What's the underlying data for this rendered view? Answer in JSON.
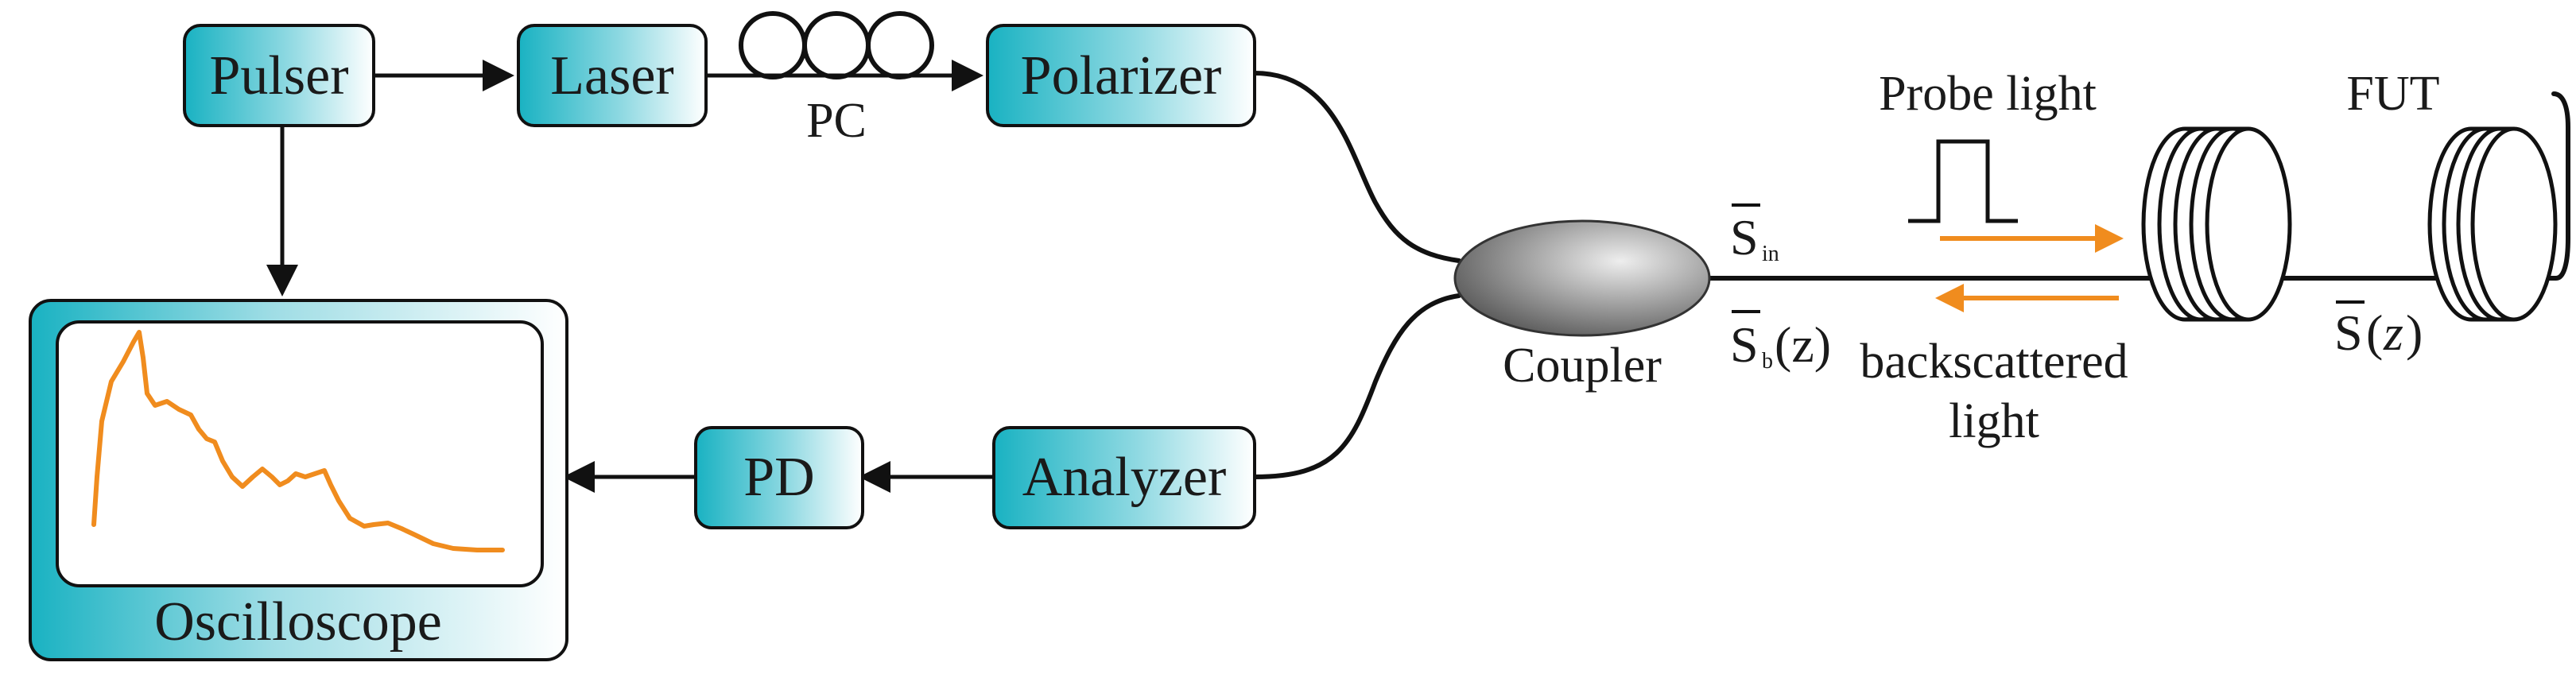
{
  "components": {
    "pulser": "Pulser",
    "laser": "Laser",
    "pc": "PC",
    "polarizer": "Polarizer",
    "coupler": "Coupler",
    "analyzer": "Analyzer",
    "pd": "PD",
    "oscilloscope": "Oscilloscope",
    "fut": "FUT"
  },
  "signals": {
    "s_in_main": "S",
    "s_in_sub": "in",
    "s_b_main": "S",
    "s_b_sub": "b",
    "s_b_arg": "(z)",
    "s_z_main": "S",
    "s_z_open": "(",
    "s_z_var": "z",
    "s_z_close": ")"
  },
  "annotations": {
    "probe_light": "Probe light",
    "backscattered_line1": "backscattered",
    "backscattered_line2": "light"
  },
  "colors": {
    "box_fill_start": "#19b2c2",
    "box_fill_end": "#ffffff",
    "box_border": "#111111",
    "arrow_orange": "#f08c1e",
    "trace_orange": "#f08c1e",
    "coupler_dark": "#5a5a5a",
    "coupler_light": "#e6e6e6",
    "line": "#111111"
  },
  "icons": {
    "polarization_controller": "three-fiber-loops-icon",
    "fiber_spool": "fiber-coil-icon",
    "pulse": "rectangular-pulse-icon",
    "coupler": "ellipse-coupler-icon"
  }
}
